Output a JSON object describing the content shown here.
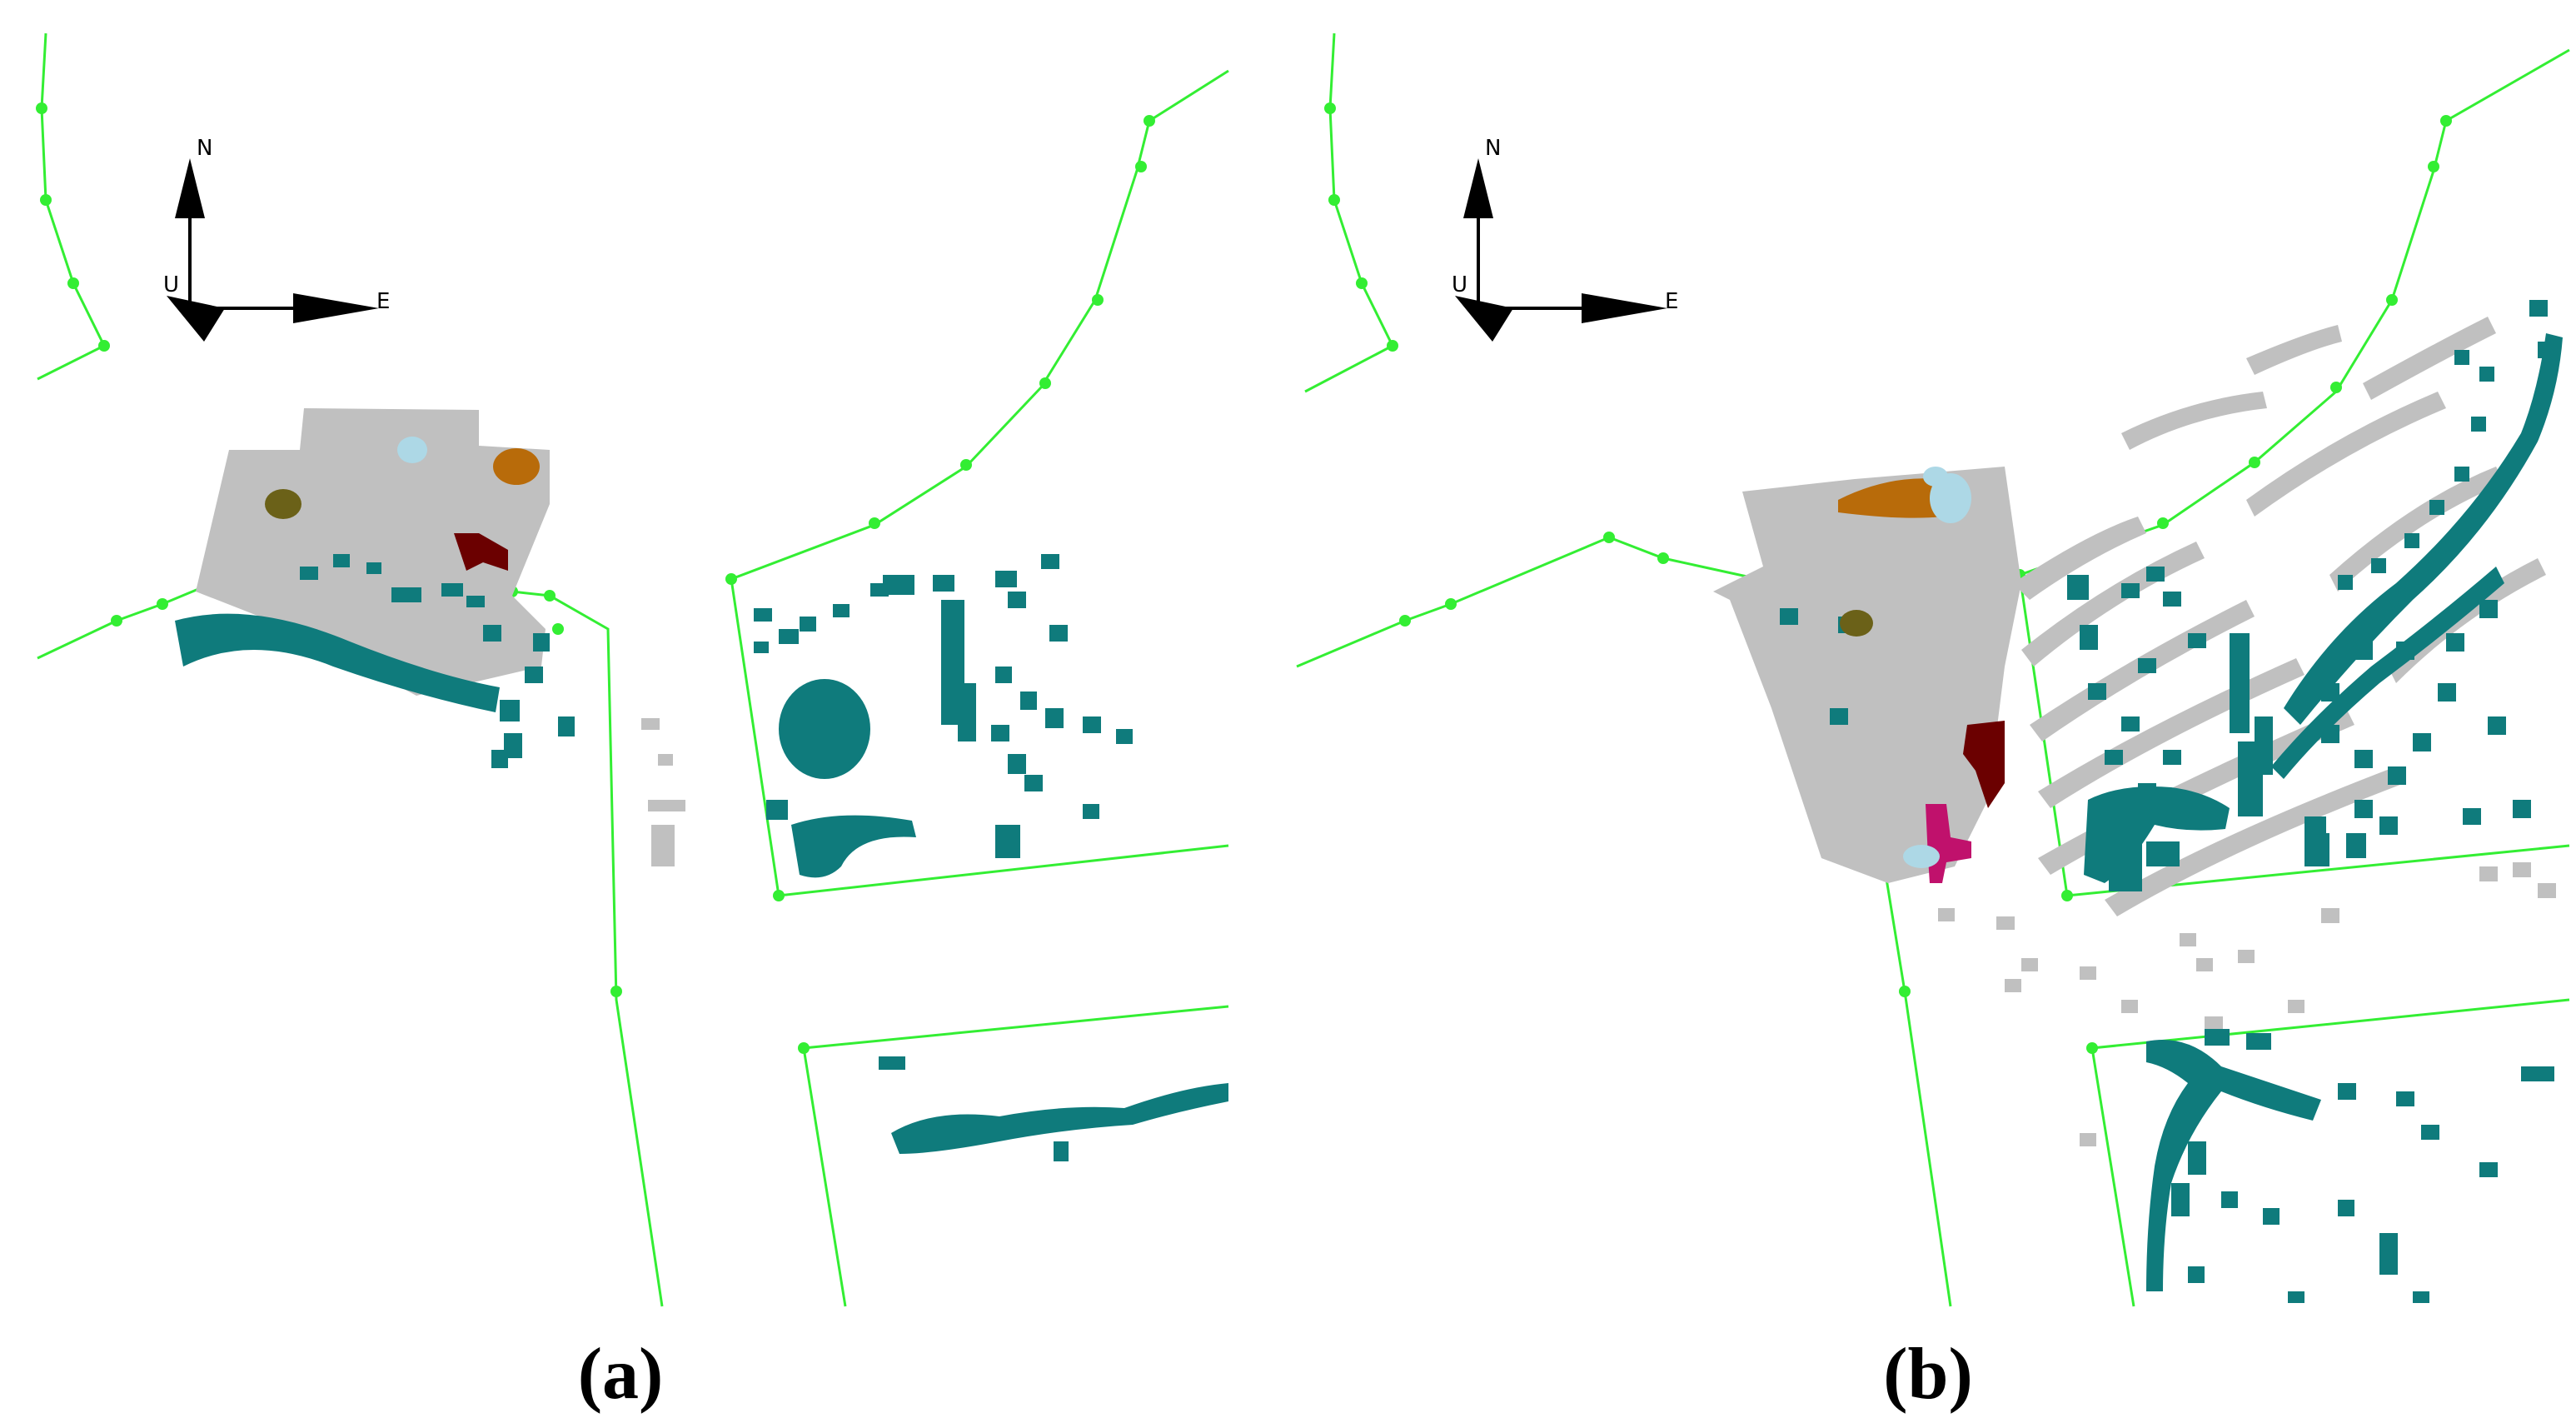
{
  "panels": [
    {
      "caption": "(a)"
    },
    {
      "caption": "(b)"
    }
  ],
  "compass": {
    "north_label": "N",
    "east_label": "E",
    "up_label": "U"
  },
  "colors": {
    "boundary": "#33ee33",
    "tree": "#0f7b7c",
    "ground": "#c0c0c0",
    "light_blue": "#add8e6",
    "orange": "#b86b0a",
    "olive": "#6b6118",
    "dark_red": "#6b0000",
    "magenta": "#c0116c"
  },
  "icons": [
    "compass-icon"
  ]
}
